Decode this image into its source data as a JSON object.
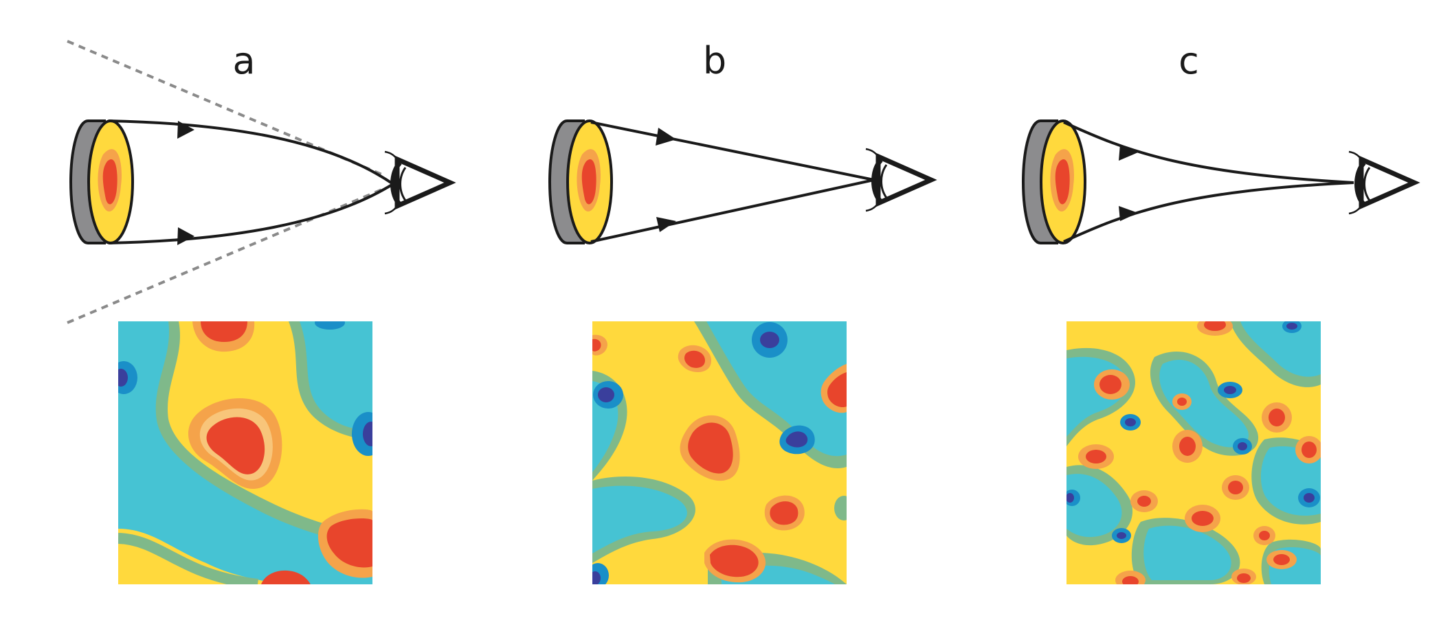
{
  "panels": [
    {
      "id": "a",
      "label": "a",
      "ray_geometry": "curved-diverging",
      "field_of_view_cone": true,
      "map_scale": "large"
    },
    {
      "id": "b",
      "label": "b",
      "ray_geometry": "straight",
      "field_of_view_cone": false,
      "map_scale": "medium"
    },
    {
      "id": "c",
      "label": "c",
      "ray_geometry": "curved-converging",
      "field_of_view_cone": false,
      "map_scale": "small"
    }
  ],
  "colors": {
    "text": "#1a1a1a",
    "disk_edge": "#8c8c8e",
    "cone_dash": "#8a8a8a",
    "map_levels": [
      "#3a3f9c",
      "#1a8fc8",
      "#46c3d3",
      "#7fb98a",
      "#ffd93d",
      "#f5a34a",
      "#e8452c"
    ]
  }
}
